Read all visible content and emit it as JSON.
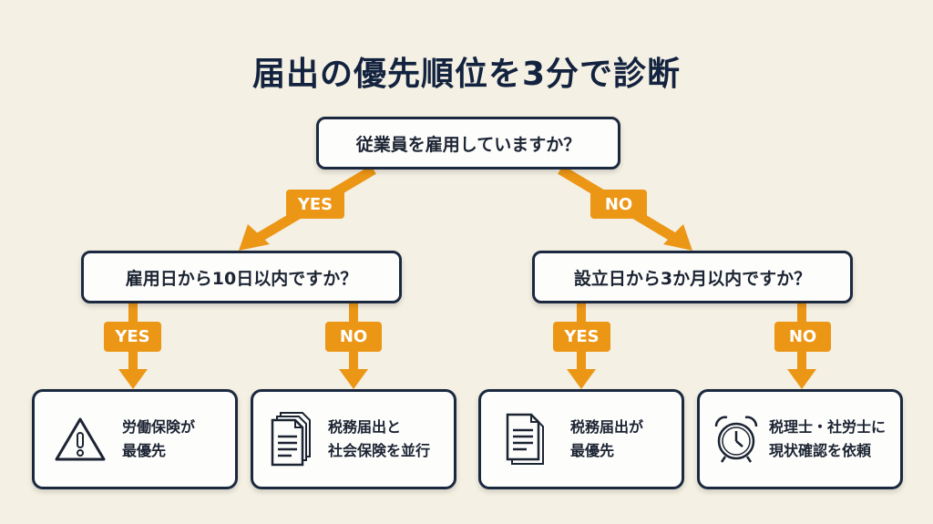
{
  "title": "届出の優先順位を3分で診断",
  "colors": {
    "accent": "#ec9616",
    "border": "#1b2940",
    "background": "#f4f0e3",
    "box": "#fdfdfb"
  },
  "root": {
    "question": "従業員を雇用していますか？"
  },
  "branches": {
    "yes": {
      "label": "YES",
      "question": "雇用日から10日以内ですか？",
      "yes_label": "YES",
      "no_label": "NO",
      "results": [
        {
          "icon": "warning-icon",
          "line1": "労働保険が",
          "line2": "最優先"
        },
        {
          "icon": "documents-icon",
          "line1": "税務届出と",
          "line2": "社会保険を並行"
        }
      ]
    },
    "no": {
      "label": "NO",
      "question": "設立日から3か月以内ですか？",
      "yes_label": "YES",
      "no_label": "NO",
      "results": [
        {
          "icon": "document-icon",
          "line1": "税務届出が",
          "line2": "最優先"
        },
        {
          "icon": "alarm-clock-icon",
          "line1": "税理士・社労士に",
          "line2": "現状確認を依頼"
        }
      ]
    }
  }
}
